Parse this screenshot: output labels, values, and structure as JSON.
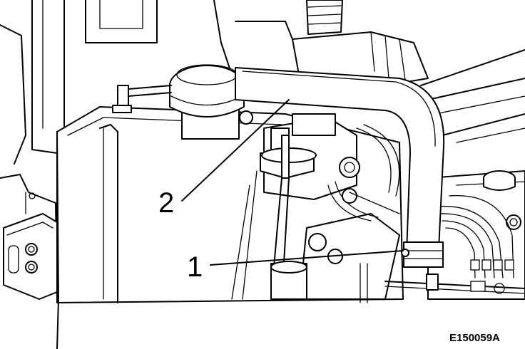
{
  "callouts": [
    {
      "id": "1",
      "label": "1"
    },
    {
      "id": "2",
      "label": "2"
    }
  ],
  "figure_id": "E150059A"
}
